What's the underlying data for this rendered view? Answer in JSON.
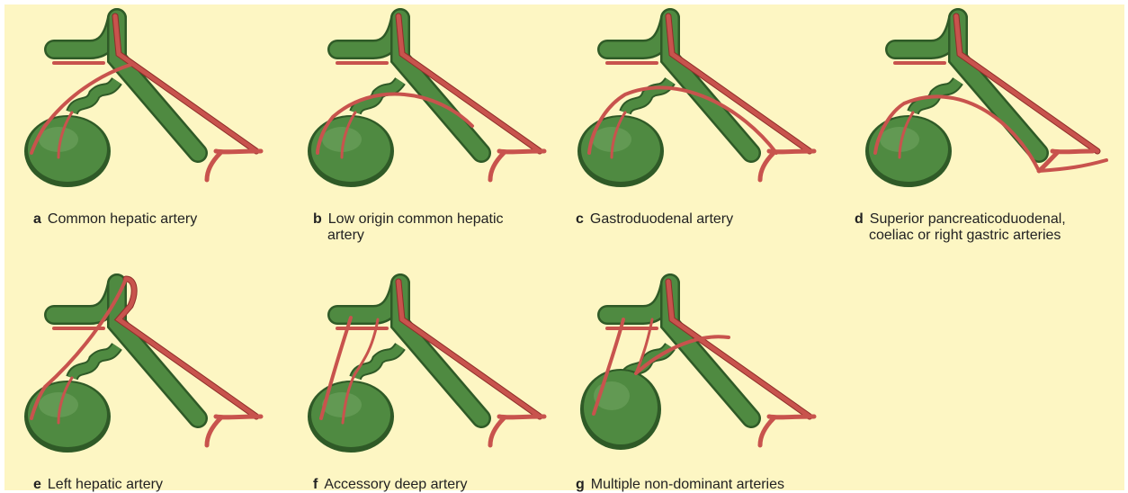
{
  "colors": {
    "background": "#fdf6c3",
    "vein_fill": "#4f8a41",
    "vein_dark": "#2f5a27",
    "artery": "#c8534d",
    "artery_dark": "#8f2e2a"
  },
  "panels": [
    {
      "letter": "a",
      "caption": "Common hepatic artery",
      "caption_line2": ""
    },
    {
      "letter": "b",
      "caption": "Low origin common hepatic",
      "caption_line2": "artery"
    },
    {
      "letter": "c",
      "caption": "Gastroduodenal artery",
      "caption_line2": ""
    },
    {
      "letter": "d",
      "caption": "Superior pancreaticoduodenal,",
      "caption_line2": "coeliac or right gastric arteries"
    },
    {
      "letter": "e",
      "caption": "Left hepatic artery",
      "caption_line2": ""
    },
    {
      "letter": "f",
      "caption": "Accessory deep  artery",
      "caption_line2": ""
    },
    {
      "letter": "g",
      "caption": "Multiple non-dominant arteries",
      "caption_line2": ""
    }
  ]
}
